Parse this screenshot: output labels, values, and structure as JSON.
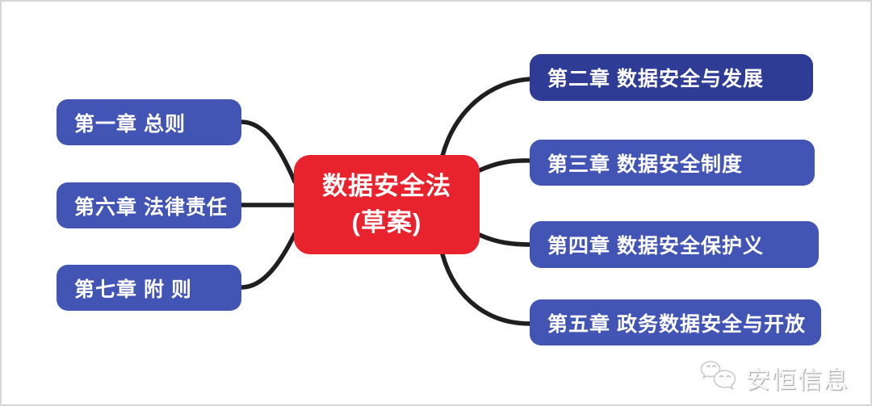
{
  "diagram": {
    "root": {
      "title_line1": "数据安全法",
      "title_line2": "(草案)",
      "fill_color": "#e8232e",
      "text_color": "#ffffff"
    },
    "left_nodes": [
      {
        "label": "第一章 总则"
      },
      {
        "label": "第六章 法律责任"
      },
      {
        "label": "第七章 附 则"
      }
    ],
    "right_nodes": [
      {
        "label": "第二章 数据安全与发展",
        "fill_color": "#2e3c96"
      },
      {
        "label": "第三章 数据安全制度",
        "fill_color": "#4355b4"
      },
      {
        "label": "第四章 数据安全保护义",
        "fill_color": "#4355b4"
      },
      {
        "label": "第五章 政务数据安全与开放",
        "fill_color": "#4355b4"
      }
    ],
    "branch_fill_color": "#4355b4",
    "connector_color": "#1f1f1f",
    "canvas_background": "#ffffff",
    "canvas_border_color": "#d6d6d6"
  },
  "watermark": {
    "label": "安恒信息",
    "icon": "wechat-chat-bubbles-icon",
    "color": "#f4f4f4"
  }
}
